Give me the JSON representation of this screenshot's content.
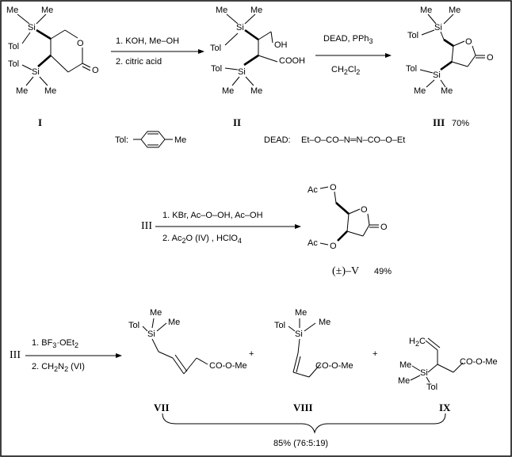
{
  "atoms": {
    "me": "Me",
    "tol": "Tol",
    "si": "Si",
    "o": "O",
    "oh": "OH",
    "cooh": "COOH",
    "ac": "Ac",
    "h2c": "H",
    "h2c_c": "C"
  },
  "compounds": {
    "I": "I",
    "II": "II",
    "III": "III",
    "III_yield": "70%",
    "V_label": "(±)–V",
    "V_yield": "49%",
    "VII": "VII",
    "VIII": "VIII",
    "IX": "IX",
    "ester": "CO-O-Me",
    "ester_ix": "CO-O-Me"
  },
  "step1": {
    "line1": "1. KOH,  Me–OH",
    "line2": "2. citric acid"
  },
  "step2": {
    "line1": "DEAD,  PPh",
    "line1_sub": "3",
    "line2": "CH",
    "line2_sub1": "2",
    "line2_mid": "Cl",
    "line2_sub2": "2"
  },
  "step3": {
    "start": "III",
    "line1": "1. KBr,  Ac–O–OH,  Ac–OH",
    "line2a": "2. Ac",
    "line2a_sub": "2",
    "line2b": "O  (IV) ,  HClO",
    "line2b_sub": "4"
  },
  "step4": {
    "start": "III",
    "line1": "1. BF",
    "line1_sub": "3",
    "line1b": "·OEt",
    "line1b_sub": "2",
    "line2": "2. CH",
    "line2_sub": "2",
    "line2b": "N",
    "line2b_sub": "2",
    "line2c": " (VI)"
  },
  "legend": {
    "tol_label": "Tol:",
    "tol_me": "Me",
    "dead_label": "DEAD:",
    "dead_formula": "Et–O–CO–N═N–CO–O–Et"
  },
  "plus": "+",
  "ratio": "85% (76:5:19)"
}
